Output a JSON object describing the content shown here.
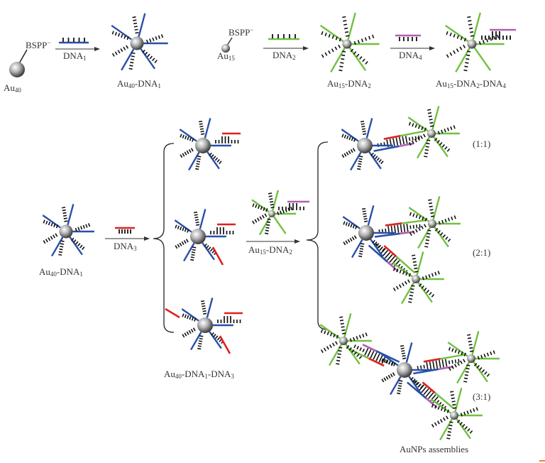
{
  "colors": {
    "dna1": "#2850a8",
    "dna2": "#70c040",
    "dna3": "#e02020",
    "dna4": "#b060b0",
    "arrow": "#333333",
    "hatch": "#111111",
    "text": "#333333"
  },
  "row1": {
    "au40_label_main": "Au",
    "au40_label_sub": "40",
    "bspp_label_1": "BSPP",
    "bspp_sup": "−",
    "dna1_label_main": "DNA",
    "dna1_label_sub": "1",
    "au40_dna1_label": [
      "Au",
      "40",
      "-DNA",
      "1"
    ],
    "bspp_label_2": "BSPP",
    "au15_label_main": "Au",
    "au15_label_sub": "15",
    "dna2_label_main": "DNA",
    "dna2_label_sub": "2",
    "au15_dna2_label": [
      "Au",
      "15",
      "-DNA",
      "2"
    ],
    "dna4_label_main": "DNA",
    "dna4_label_sub": "4",
    "au15_dna2_dna4_label": [
      "Au",
      "15",
      "-DNA",
      "2",
      "-DNA",
      "4"
    ]
  },
  "row2": {
    "au40_dna1_label": [
      "Au",
      "40",
      "-DNA",
      "1"
    ],
    "dna3_label_main": "DNA",
    "dna3_label_sub": "3",
    "au40_dna1_dna3_label": [
      "Au",
      "40",
      "-DNA",
      "1",
      "-DNA",
      "3"
    ],
    "au15_dna2_arrow_label": [
      "Au",
      "15",
      "-DNA",
      "2"
    ],
    "ratio_1": "(1:1)",
    "ratio_2": "(2:1)",
    "ratio_3": "(3:1)",
    "assemblies_label": "AuNPs assemblies"
  }
}
